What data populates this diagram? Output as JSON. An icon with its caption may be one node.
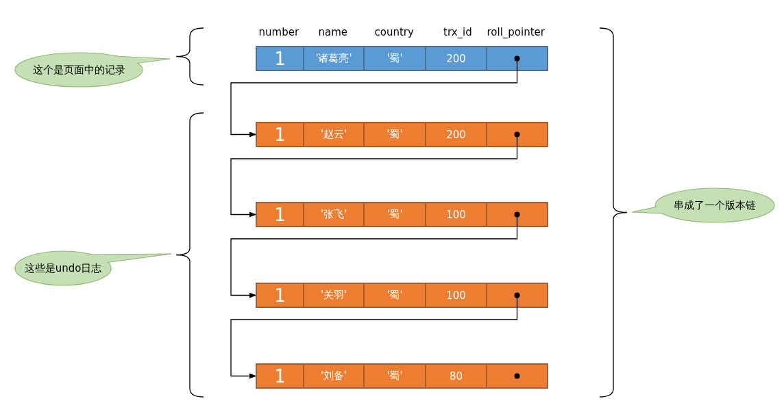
{
  "diagram": {
    "nodes": [
      {
        "text": [
          "这个是页面中的记录"
        ]
      },
      {
        "text": [
          "1",
          "'诸葛亮'",
          "'蜀'",
          "200"
        ]
      },
      {
        "text": [
          "1",
          "'赵云'",
          "'蜀'",
          "200"
        ]
      },
      {
        "text": [
          "1",
          "'张飞'",
          "'蜀'",
          "100"
        ]
      },
      {
        "text": [
          "1",
          "'关羽'",
          "'蜀'",
          "100"
        ]
      },
      {
        "text": [
          "1",
          "'刘备'",
          "'蜀'",
          "80"
        ]
      },
      {
        "text": [
          "这些是undo日志"
        ]
      },
      {
        "text": [
          "串成了一个版本链"
        ]
      }
    ],
    "edges": [
      {
        "from": 1,
        "to": 2,
        "arrow": "to"
      },
      {
        "from": 2,
        "to": 3,
        "arrow": "to"
      },
      {
        "from": 3,
        "to": 4,
        "arrow": "to"
      },
      {
        "from": 4,
        "to": 5,
        "arrow": "to"
      }
    ],
    "labels": [
      "number",
      "name",
      "country",
      "trx_id",
      "roll_pointer"
    ]
  }
}
